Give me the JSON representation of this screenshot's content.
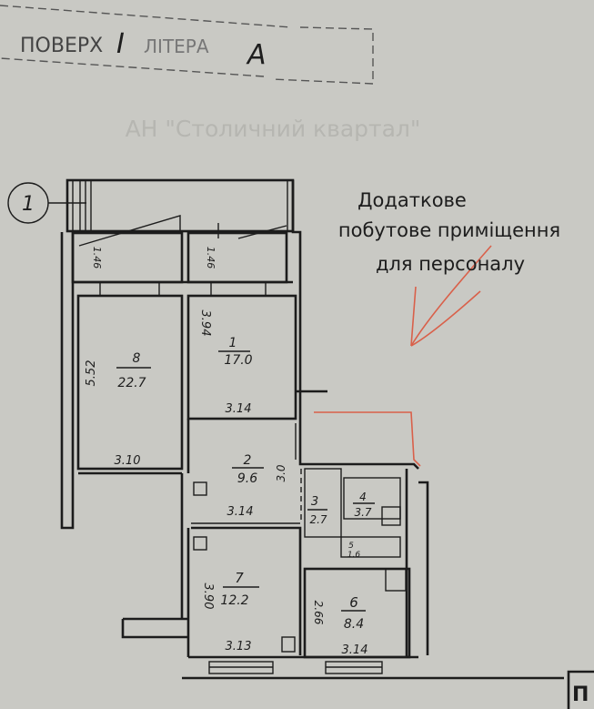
{
  "stamp": {
    "floor_label": "ПОВЕРХ",
    "floor_value": "I",
    "section_label": "ЛІТЕРА",
    "section_value": "A"
  },
  "axis_marker": "1",
  "annotation": {
    "lines": [
      "Додаткове",
      "побутове приміщення",
      "для персоналу"
    ],
    "color": "#d9604a"
  },
  "watermark": "АН \"Столичний квартал\"",
  "rooms": [
    {
      "number": "8",
      "area": "22.7",
      "dim_vertical": "5.52",
      "dim_horizontal": "3.10"
    },
    {
      "number": "1",
      "area": "17.0",
      "dim_vertical": "3.94",
      "dim_horizontal": "3.14"
    },
    {
      "number": "2",
      "area": "9.6",
      "dim_vertical": "3.0",
      "dim_horizontal": "3.14"
    },
    {
      "number": "3",
      "area": "2.7"
    },
    {
      "number": "4",
      "area": "3.7"
    },
    {
      "number": "5",
      "area": "1.6"
    },
    {
      "number": "7",
      "area": "12.2",
      "dim_vertical": "3.90",
      "dim_horizontal": "3.13"
    },
    {
      "number": "6",
      "area": "8.4",
      "dim_vertical": "2.66",
      "dim_horizontal": "3.14"
    }
  ],
  "loggias": [
    {
      "dim": "1.46"
    },
    {
      "dim": "1.46"
    }
  ],
  "corner_text": "П"
}
